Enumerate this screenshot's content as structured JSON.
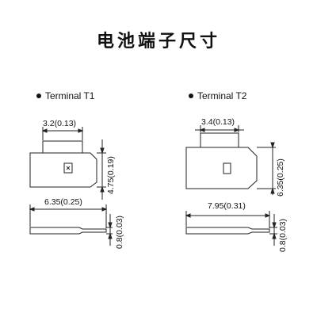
{
  "title": "电池端子尺寸",
  "terminals": [
    {
      "label": "Terminal T1",
      "top_width": "3.2(0.13)",
      "height": "4.75(0.19)",
      "length": "6.35(0.25)",
      "thickness": "0.8(0.03)"
    },
    {
      "label": "Terminal T2",
      "top_width": "3.4(0.13)",
      "height": "6.35(0.25)",
      "length": "7.95(0.31)",
      "thickness": "0.8(0.03)"
    }
  ]
}
